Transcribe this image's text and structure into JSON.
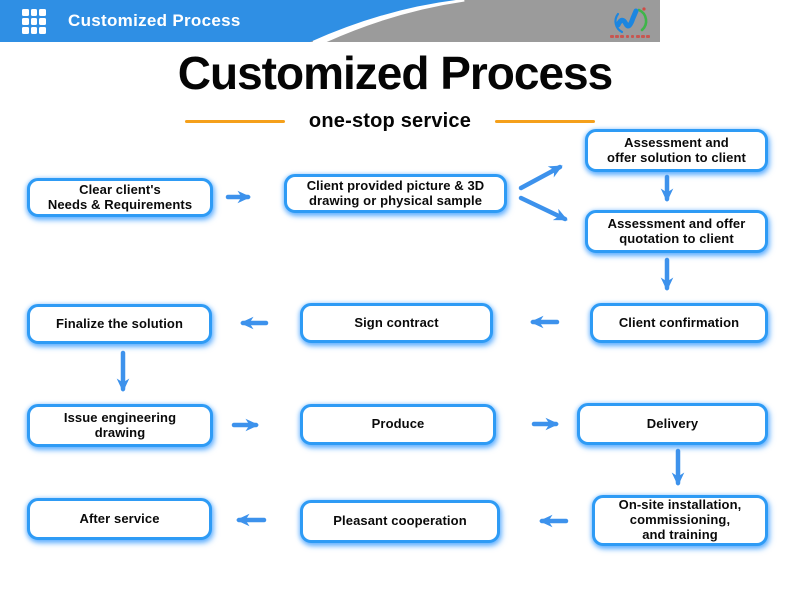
{
  "colors": {
    "header_blue": "#2F8FE4",
    "header_gray": "#9B9B9B",
    "accent_orange": "#F5A01B",
    "box_border_blue": "#2E9BF5",
    "arrow_blue": "#3D92EC",
    "title_black": "#050505",
    "logo_blue": "#1C86E0",
    "logo_green": "#3FB54A",
    "logo_caption_red": "#D04A44"
  },
  "header": {
    "title": "Customized Process",
    "grid_icon": "grid-icon",
    "logo": "company-logo"
  },
  "hero": {
    "title": "Customized Process",
    "subtitle": "one-stop service"
  },
  "flow": {
    "boxes": [
      {
        "id": "clear-needs",
        "label": [
          "Clear client's",
          "Needs & Requirements"
        ]
      },
      {
        "id": "client-picture",
        "label": [
          "Client provided picture & 3D",
          "drawing or physical sample"
        ]
      },
      {
        "id": "offer-solution",
        "label": [
          "Assessment and",
          "offer solution to client"
        ]
      },
      {
        "id": "offer-quotation",
        "label": [
          "Assessment and offer",
          "quotation to client"
        ]
      },
      {
        "id": "client-confirmation",
        "label": [
          "Client confirmation"
        ]
      },
      {
        "id": "sign-contract",
        "label": [
          "Sign contract"
        ]
      },
      {
        "id": "finalize-solution",
        "label": [
          "Finalize the solution"
        ]
      },
      {
        "id": "issue-drawing",
        "label": [
          "Issue engineering",
          "drawing"
        ]
      },
      {
        "id": "produce",
        "label": [
          "Produce"
        ]
      },
      {
        "id": "delivery",
        "label": [
          "Delivery"
        ]
      },
      {
        "id": "onsite-installation",
        "label": [
          "On-site installation,",
          "commissioning,",
          "and training"
        ]
      },
      {
        "id": "pleasant-cooperation",
        "label": [
          "Pleasant cooperation"
        ]
      },
      {
        "id": "after-service",
        "label": [
          "After service"
        ]
      }
    ]
  }
}
